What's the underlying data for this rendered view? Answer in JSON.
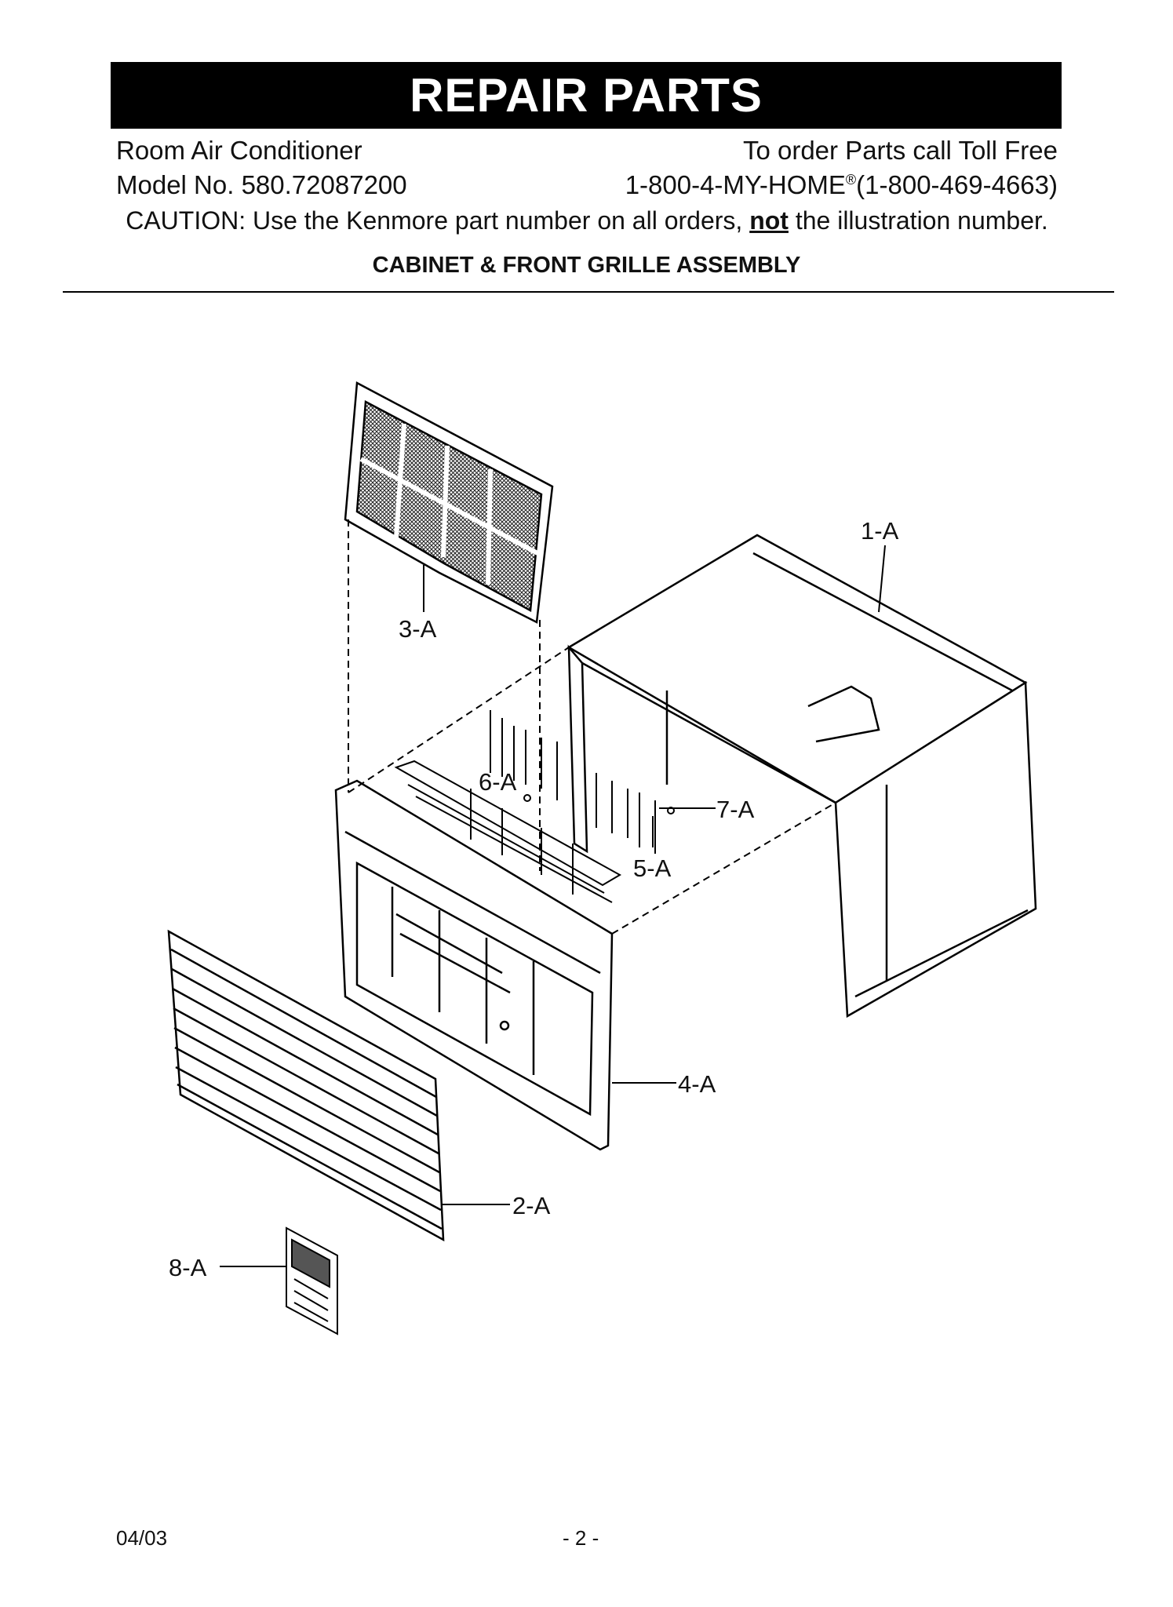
{
  "banner_title": "REPAIR PARTS",
  "header": {
    "product": "Room Air Conditioner",
    "order_text": "To order Parts call Toll Free",
    "model": "Model No. 580.72087200",
    "phone_prefix": "1-800-4-MY-HOME",
    "phone_reg": "®",
    "phone_suffix": "(1-800-469-4663)"
  },
  "caution": {
    "before": "CAUTION: Use the Kenmore part number on all orders, ",
    "emph": "not",
    "after": " the illustration number."
  },
  "section_title": "CABINET & FRONT GRILLE ASSEMBLY",
  "callouts": {
    "p1": "1-A",
    "p2": "2-A",
    "p3": "3-A",
    "p4": "4-A",
    "p5": "5-A",
    "p6": "6-A",
    "p7": "7-A",
    "p8": "8-A"
  },
  "footer": {
    "date": "04/03",
    "page": "- 2 -"
  }
}
